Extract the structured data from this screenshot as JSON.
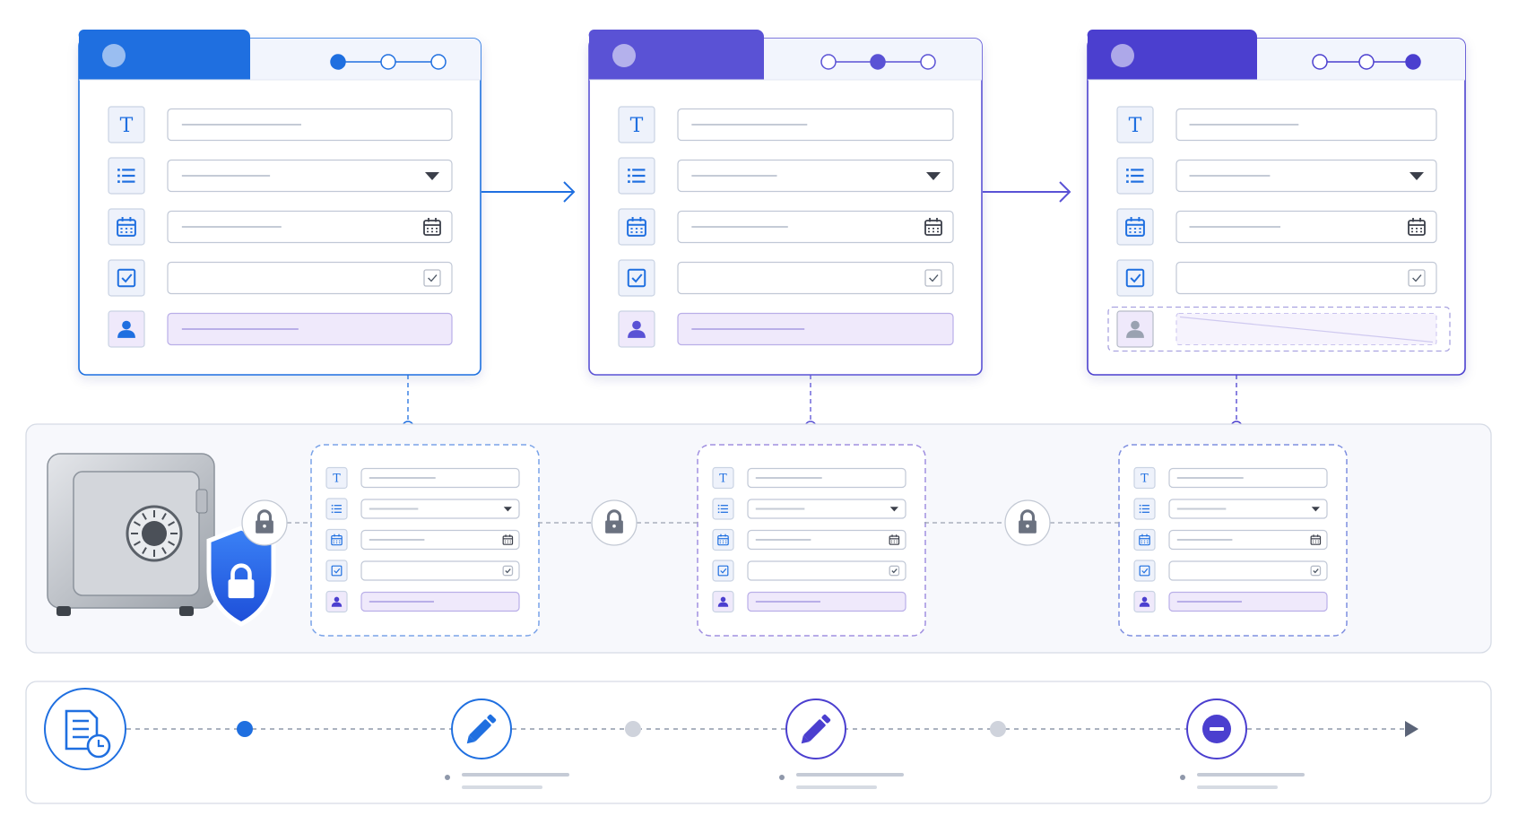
{
  "colors": {
    "blue": "#1f6fe0",
    "indigo": "#5a52d5",
    "violet": "#4b3fcf",
    "border_light": "#c9d3e3",
    "panel_bg": "#f7f8fc",
    "field_line": "#c5cbd6",
    "icon_box": "#eef2fb",
    "lavender": "#efe9fb",
    "gray_dot": "#cfd3dc",
    "lock_gray": "#6b7280"
  },
  "forms": [
    {
      "name": "form-version-1",
      "accent": "blue",
      "active_step": 0,
      "last_field_state": "filled"
    },
    {
      "name": "form-version-2",
      "accent": "indigo",
      "active_step": 1,
      "last_field_state": "filled"
    },
    {
      "name": "form-version-3",
      "accent": "violet",
      "active_step": 2,
      "last_field_state": "removed"
    }
  ],
  "field_types": [
    "text-icon",
    "list-icon",
    "calendar-icon",
    "checkbox-icon",
    "user-icon"
  ],
  "text_icon_glyph": "T",
  "vault": {
    "icon": "safe-icon",
    "shield": "shield-lock-icon",
    "snapshots": 3,
    "link_icon": "lock-icon"
  },
  "timeline": {
    "start_icon": "document-clock-icon",
    "events": [
      {
        "icon": "pencil-icon",
        "kind": "edit"
      },
      {
        "icon": "pencil-icon",
        "kind": "edit"
      },
      {
        "icon": "minus-circle-icon",
        "kind": "remove"
      }
    ],
    "end_icon": "arrow-head-icon"
  }
}
